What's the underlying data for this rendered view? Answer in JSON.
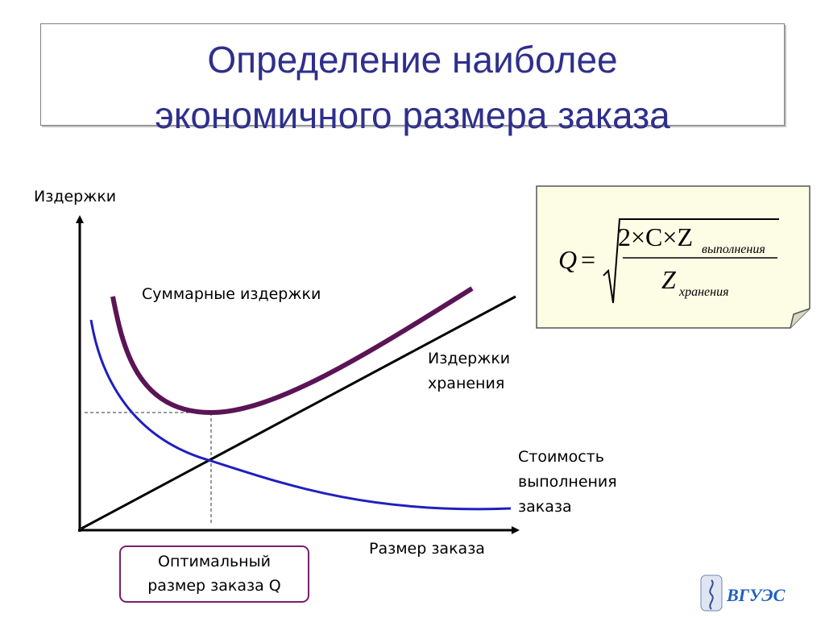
{
  "title": {
    "line1": "Определение наиболее",
    "line2": "экономичного размера заказа"
  },
  "axes": {
    "y_label": "Издержки",
    "x_label": "Размер заказа"
  },
  "curves": {
    "total": {
      "label": "Суммарные издержки",
      "color": "#5b1456"
    },
    "holding": {
      "label_line1": "Издержки",
      "label_line2": "хранения",
      "color": "#000000"
    },
    "order": {
      "label_line1": "Стоимость",
      "label_line2": "выполнения",
      "label_line3": "заказа",
      "color": "#1f1fbf"
    }
  },
  "optimal": {
    "line1": "Оптимальный",
    "line2": "размер заказа Q",
    "border_color": "#7a1f6a"
  },
  "formula": {
    "lhs": "Q",
    "eq": "=",
    "numerator": "2×C×Z",
    "numerator_sub": "выполнения",
    "denominator": "Z",
    "denominator_sub": "хранения"
  },
  "logo": {
    "text": "ВГУЭС",
    "color": "#1f5fbf"
  }
}
